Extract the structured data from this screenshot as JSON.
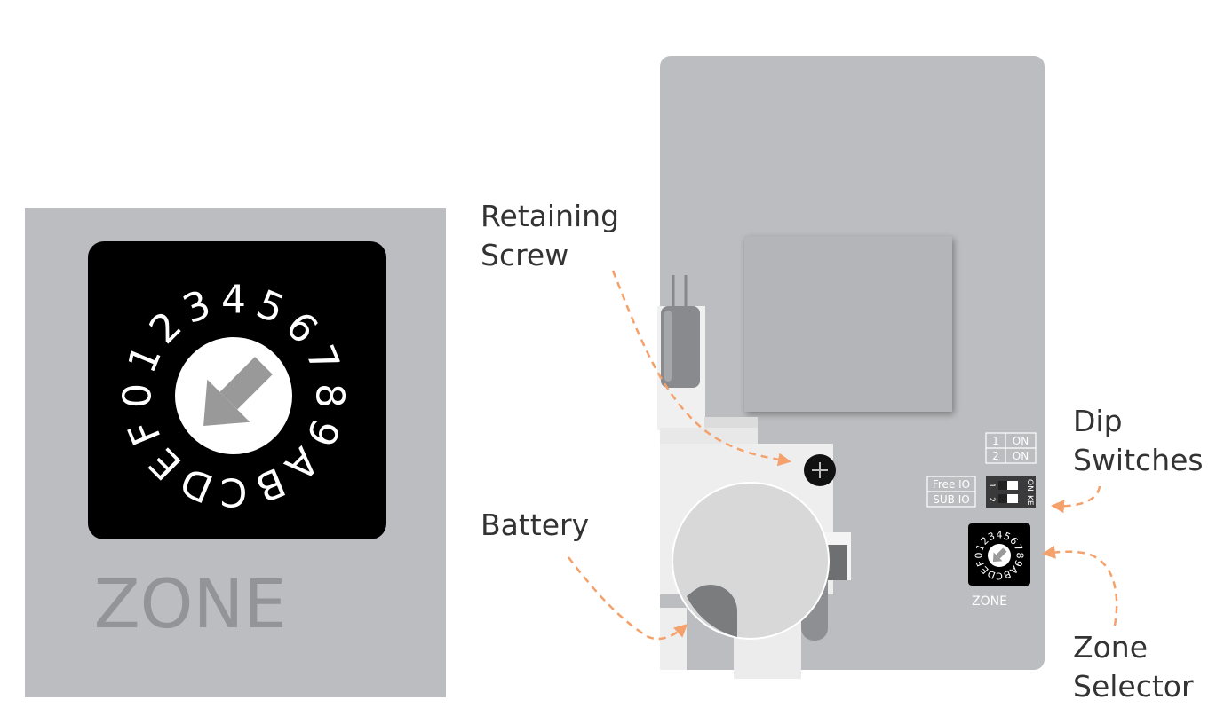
{
  "zone_panel": {
    "title": "ZONE",
    "dial_characters": [
      "0",
      "1",
      "2",
      "3",
      "4",
      "5",
      "6",
      "7",
      "8",
      "9",
      "A",
      "B",
      "C",
      "D",
      "E",
      "F"
    ]
  },
  "board": {
    "zone_small_label": "ZONE",
    "dip_table": {
      "rows": [
        {
          "num": "1",
          "state": "ON"
        },
        {
          "num": "2",
          "state": "ON"
        }
      ]
    },
    "dip_side_labels": [
      "Free IO",
      "SUB IO"
    ],
    "dip_switch_text": {
      "on": "ON",
      "ke": "KE",
      "one": "1",
      "two": "2"
    }
  },
  "callouts": {
    "retaining_screw": {
      "line1": "Retaining",
      "line2": "Screw"
    },
    "battery": {
      "line1": "Battery"
    },
    "dip_switches": {
      "line1": "Dip",
      "line2": "Switches"
    },
    "zone_selector": {
      "line1": "Zone",
      "line2": "Selector"
    }
  },
  "colors": {
    "panel_gray": "#bcbdc0",
    "dial_black": "#000000",
    "zone_text": "#929497",
    "arrow_orange": "#f4a16c",
    "label_text": "#333333"
  }
}
